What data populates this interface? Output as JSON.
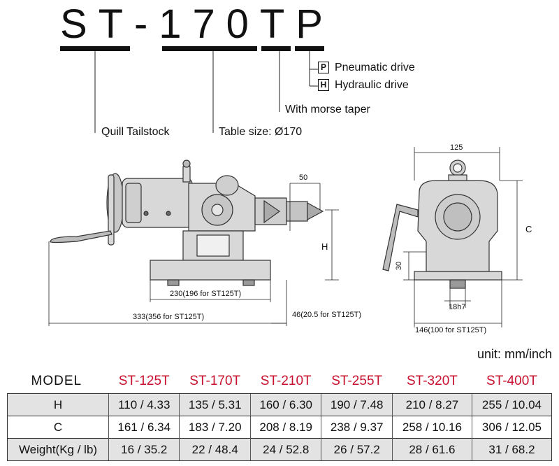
{
  "code": {
    "chars": [
      "S",
      "T",
      "-",
      "1",
      "7",
      "0",
      "T",
      "P"
    ]
  },
  "callouts": {
    "pneumatic_letter": "P",
    "pneumatic": "Pneumatic drive",
    "hydraulic_letter": "H",
    "hydraulic": "Hydraulic drive",
    "morse": "With morse taper",
    "quill": "Quill Tailstock",
    "table_size": "Table size: Ø170"
  },
  "dimensions": {
    "d50": "50",
    "dH": "H",
    "d230": "230(196 for ST125T)",
    "d333": "333(356 for ST125T)",
    "d46": "46(20.5 for ST125T)",
    "d125": "125",
    "dC": "C",
    "d30": "30",
    "d18h7": "18h7",
    "d146": "146(100 for ST125T)"
  },
  "unit": "unit: mm/inch",
  "table": {
    "header": "MODEL",
    "models": [
      "ST-125T",
      "ST-170T",
      "ST-210T",
      "ST-255T",
      "ST-320T",
      "ST-400T"
    ],
    "rows": [
      {
        "label": "H",
        "values": [
          "110 / 4.33",
          "135 / 5.31",
          "160 / 6.30",
          "190 / 7.48",
          "210 / 8.27",
          "255 / 10.04"
        ]
      },
      {
        "label": "C",
        "values": [
          "161 / 6.34",
          "183 / 7.20",
          "208 / 8.19",
          "238 / 9.37",
          "258 / 10.16",
          "306 / 12.05"
        ]
      },
      {
        "label": "Weight(Kg / lb)",
        "values": [
          "16 / 35.2",
          "22 / 48.4",
          "24 / 52.8",
          "26 / 57.2",
          "28 / 61.6",
          "31 / 68.2"
        ]
      }
    ]
  },
  "colors": {
    "model_red": "#c8102e",
    "row_shade": "#e3e3e3",
    "machine_body": "#d8d8d8"
  }
}
